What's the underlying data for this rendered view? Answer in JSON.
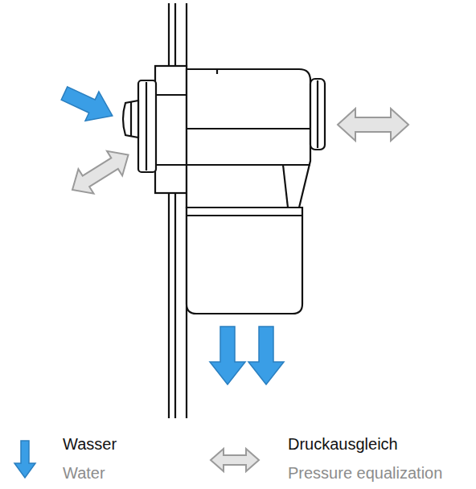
{
  "diagram": {
    "legend": [
      {
        "text": "Wasser"
      },
      {
        "text": "Water"
      },
      {
        "text": "Druckausgleich"
      },
      {
        "text": "Pressure equalization"
      }
    ]
  }
}
